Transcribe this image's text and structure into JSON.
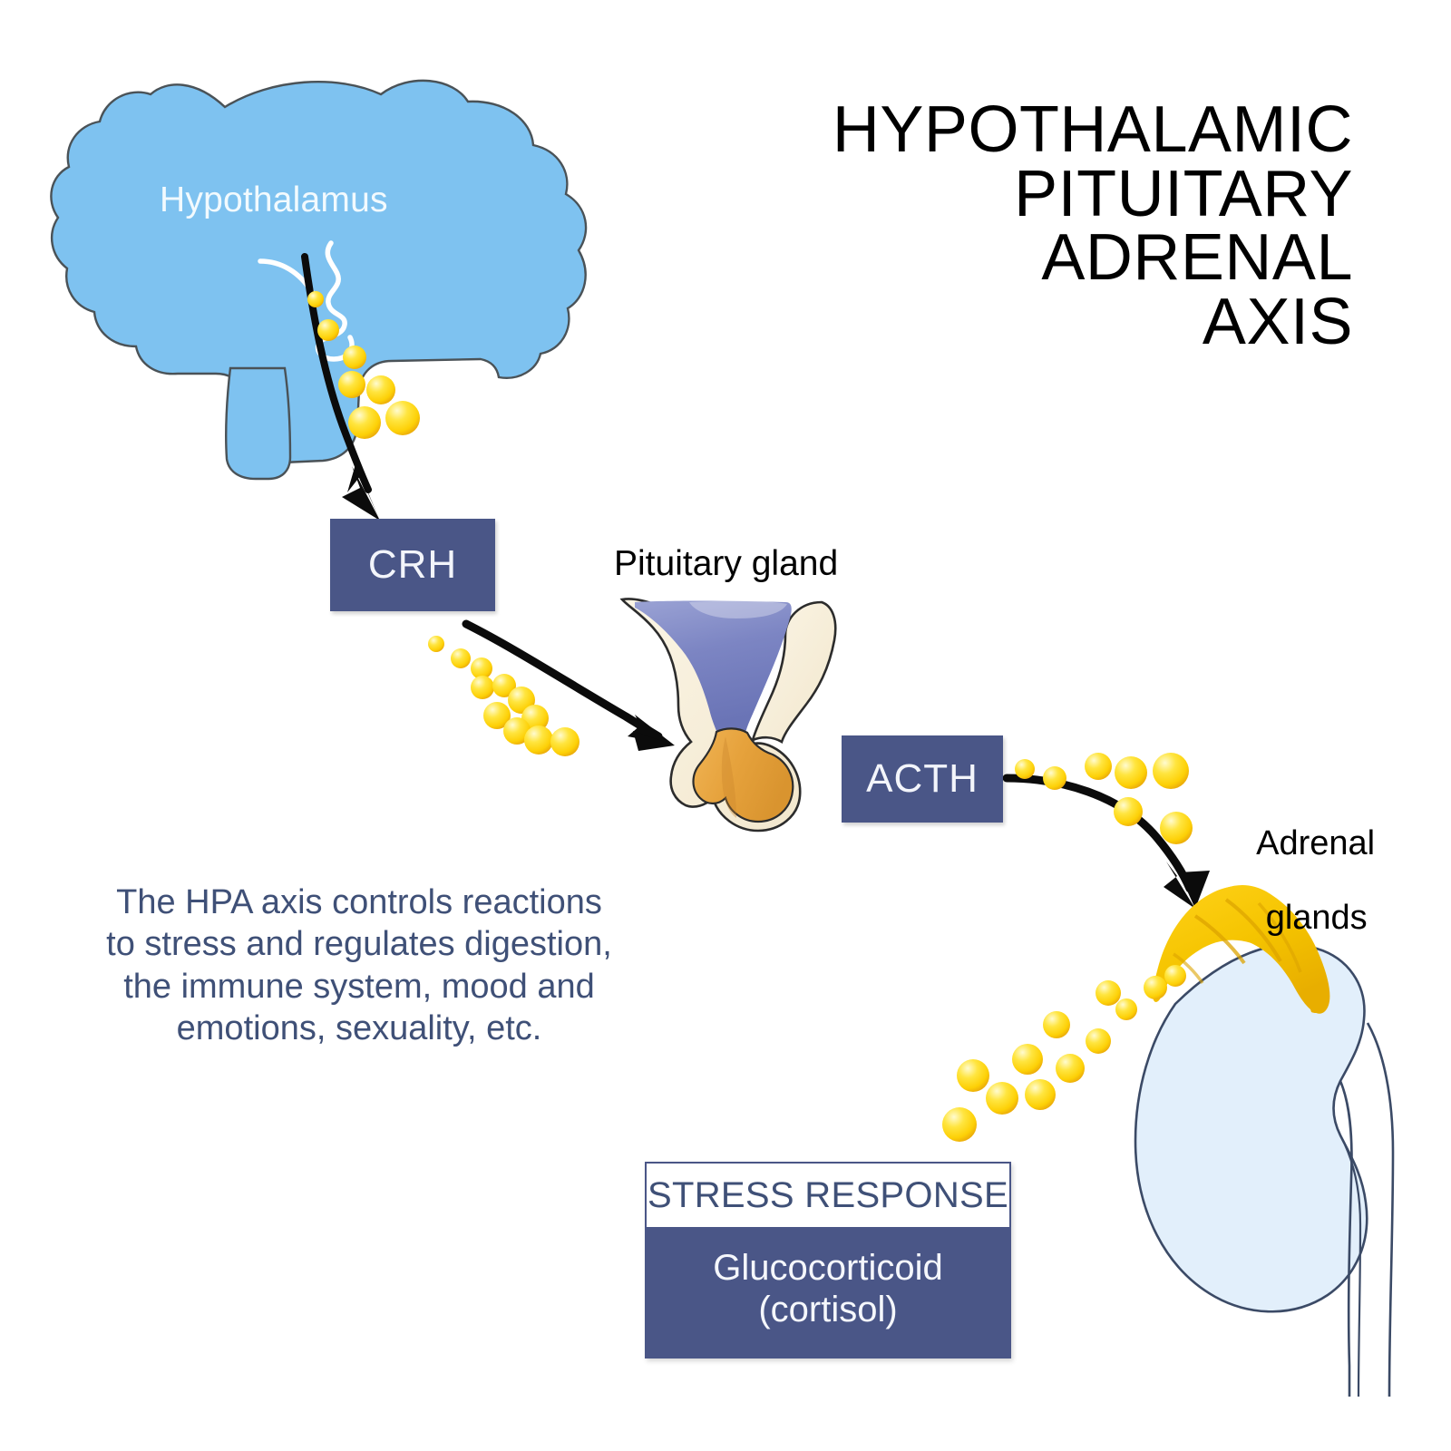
{
  "title": {
    "lines": [
      "HYPOTHALAMIC",
      "PITUITARY",
      "ADRENAL",
      "AXIS"
    ]
  },
  "labels": {
    "hypothalamus": "Hypothalamus",
    "pituitary_gland": "Pituitary gland",
    "adrenal_glands_line1": "Adrenal",
    "adrenal_glands_line2": "glands"
  },
  "hormones": {
    "crh": "CRH",
    "acth": "ACTH"
  },
  "description": {
    "line1": "The HPA axis controls reactions",
    "line2": "to stress and regulates digestion,",
    "line3": "the immune system, mood and",
    "line4": "emotions, sexuality, etc."
  },
  "stress_response": {
    "header": "STRESS RESPONSE",
    "body_line1": "Glucocorticoid",
    "body_line2": "(cortisol)"
  },
  "colors": {
    "brain_fill": "#7ec2f0",
    "brain_stroke": "#4a4f55",
    "box_navy": "#4a5687",
    "description_text": "#3f5077",
    "granule_light": "#fff07a",
    "granule_mid": "#ffd916",
    "granule_dark": "#edab0c",
    "pituitary_shell": "#f7efdc",
    "pituitary_stalk": "#7b84c4",
    "pituitary_bulb": "#e8a33d",
    "adrenal_yellow": "#f5c800",
    "adrenal_shade": "#e0a800",
    "kidney_fill": "#e2effb",
    "kidney_stroke": "#3b4a66",
    "arrow_black": "#0a0a0a",
    "background": "#ffffff"
  },
  "icons": {
    "arrow_hypothalamus_to_crh": "curved-arrow-icon",
    "arrow_crh_to_pituitary": "curved-arrow-icon",
    "arrow_acth_to_adrenal": "curved-arrow-icon",
    "hormone_granule": "granule-icon"
  }
}
